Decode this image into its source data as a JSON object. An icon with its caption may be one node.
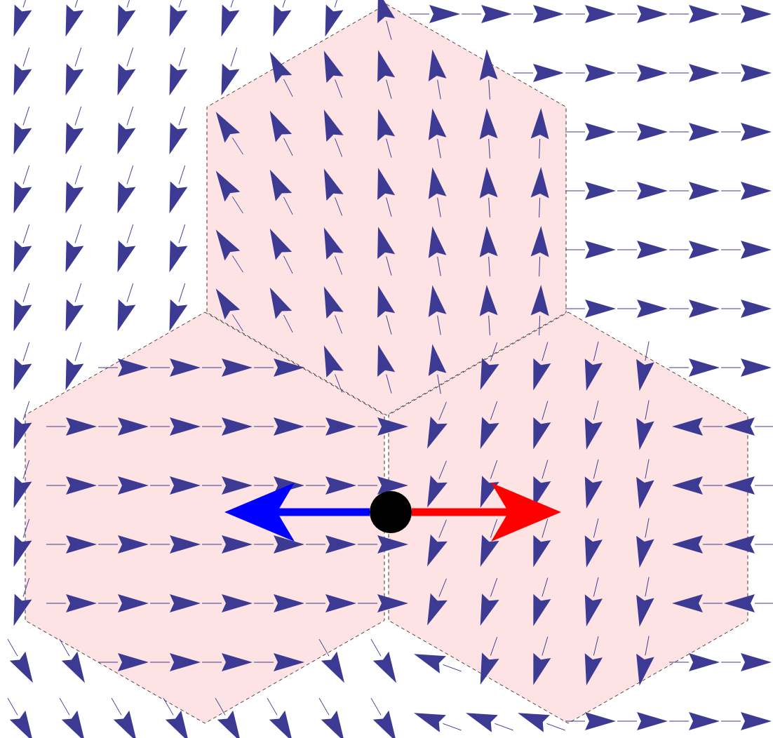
{
  "diagram": {
    "nodes": [
      {
        "text": [],
        "shape": "hexagon"
      },
      {
        "text": [],
        "shape": "hexagon"
      },
      {
        "text": [],
        "shape": "hexagon"
      },
      {
        "text": [],
        "shape": "circle"
      }
    ],
    "edges": [
      {
        "from": 3,
        "to": 1,
        "arrow": "to",
        "color": "#0000ff"
      },
      {
        "from": 3,
        "to": 2,
        "arrow": "to",
        "color": "#ff0000"
      }
    ]
  }
}
